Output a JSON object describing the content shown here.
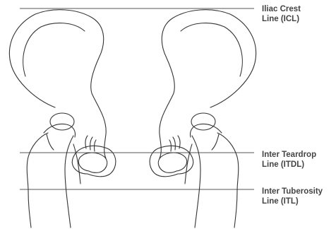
{
  "labels": {
    "icl": {
      "line1": "Iliac Crest",
      "line2": "Line (ICL)"
    },
    "itdl": {
      "line1": "Inter Teardrop",
      "line2": "Line (ITDL)"
    },
    "itl": {
      "line1": "Inter Tuberosity",
      "line2": "Line (ITL)"
    }
  },
  "colors": {
    "stroke": "#333333",
    "guide": "#555555",
    "text": "#444444"
  }
}
